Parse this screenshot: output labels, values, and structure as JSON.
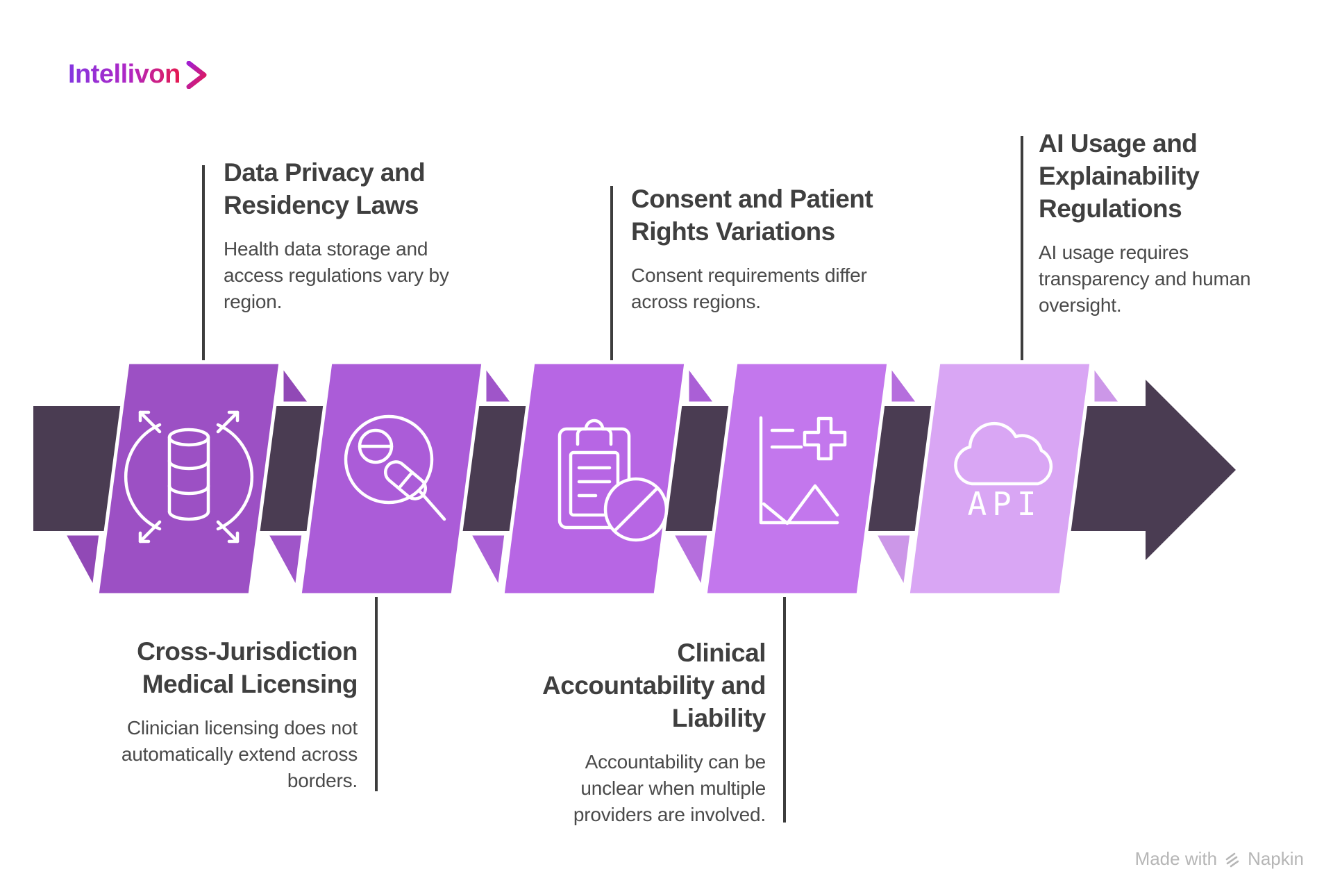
{
  "logo": {
    "text": "Intellivon"
  },
  "colors": {
    "arrow": "#4A3C52",
    "connector_line": "#3d3d3d",
    "title_text": "#3F3F3F",
    "body_text": "#4A4A4A",
    "background": "#ffffff",
    "logo_gradient_start": "#8436E0",
    "logo_gradient_end": "#E6194E"
  },
  "steps": [
    {
      "id": 1,
      "label_position": "top",
      "title": "Data Privacy and\nResidency Laws",
      "description": "Health data storage and\naccess regulations vary by\nregion.",
      "icon": "data-distribution-icon",
      "color": "#9C50C4",
      "fold_color": "#9149B6"
    },
    {
      "id": 2,
      "label_position": "bottom",
      "title": "Cross-Jurisdiction\nMedical Licensing",
      "description": "Clinician licensing does not\nautomatically extend across\nborders.",
      "icon": "drug-search-magnifier-icon",
      "color": "#AB5CD8",
      "fold_color": "#9F55C9"
    },
    {
      "id": 3,
      "label_position": "top",
      "title": "Consent and Patient\nRights Variations",
      "description": "Consent requirements differ\nacross regions.",
      "icon": "clipboard-prohibition-icon",
      "color": "#B766E4",
      "fold_color": "#AA5FD6"
    },
    {
      "id": 4,
      "label_position": "bottom",
      "title": "Clinical\nAccountability and\nLiability",
      "description": "Accountability can be\nunclear when multiple\nproviders are involved.",
      "icon": "chart-medical-cross-icon",
      "color": "#C377ED",
      "fold_color": "#B56EDD"
    },
    {
      "id": 5,
      "label_position": "top",
      "title": "AI Usage and\nExplainability\nRegulations",
      "description": "AI usage requires\ntransparency and human\noversight.",
      "icon": "cloud-api-icon",
      "icon_label": "API",
      "color": "#D9A6F4",
      "fold_color": "#CC97E8"
    }
  ],
  "footer": {
    "prefix": "Made with",
    "brand": "Napkin"
  }
}
